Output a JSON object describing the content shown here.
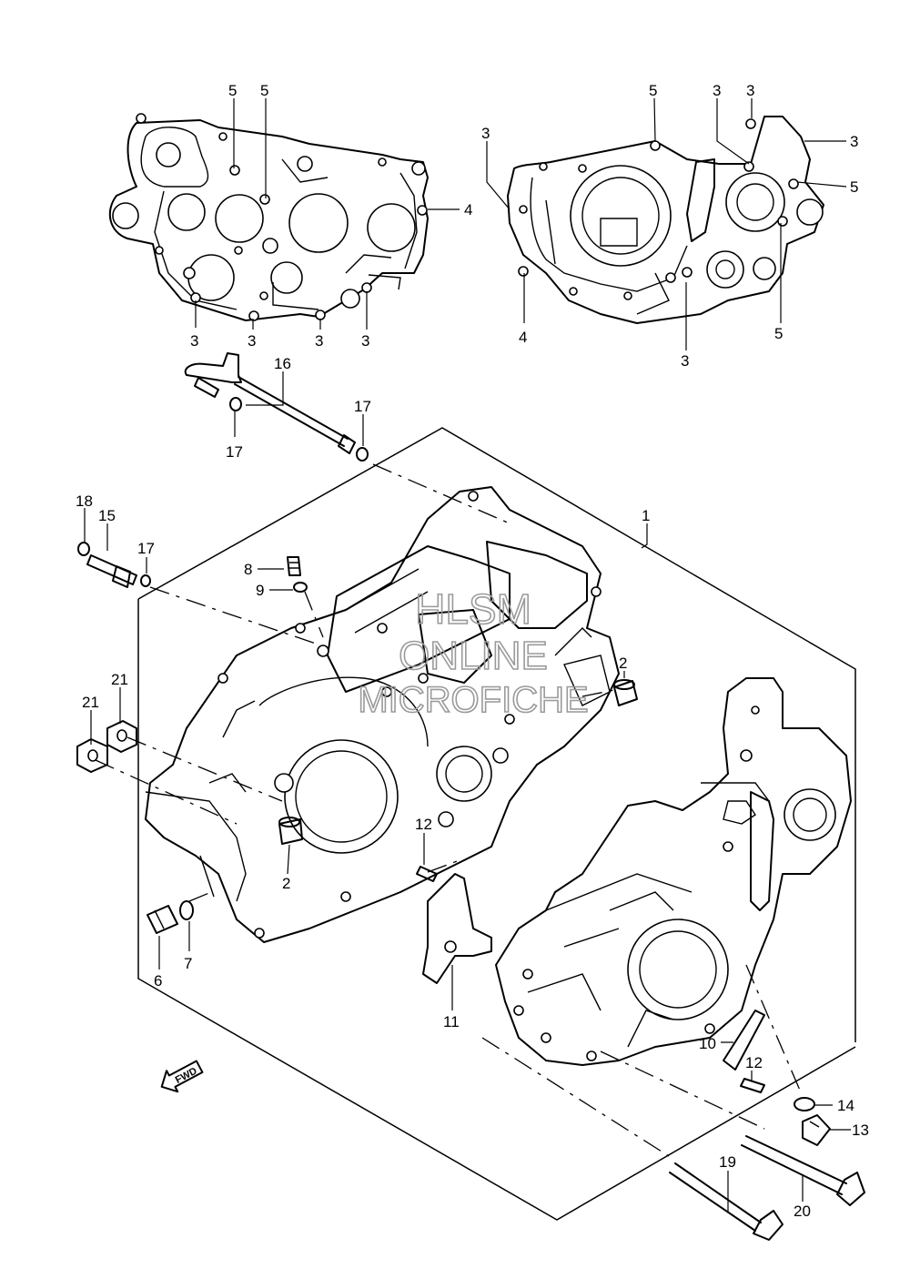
{
  "watermark": {
    "line1": "HLSM",
    "line2": "ONLINE",
    "line3": "MICROFICHE"
  },
  "direction_marker": {
    "text": "FWD",
    "icon": "forward-arrow-icon"
  },
  "callouts": {
    "c1": "1",
    "c2a": "2",
    "c2b": "2",
    "c3a": "3",
    "c3b": "3",
    "c3c": "3",
    "c3d": "3",
    "c3e": "3",
    "c3f": "3",
    "c3g": "3",
    "c3h": "3",
    "c3i": "3",
    "c4a": "4",
    "c4b": "4",
    "c5a": "5",
    "c5b": "5",
    "c5c": "5",
    "c5d": "5",
    "c5e": "5",
    "c6": "6",
    "c7": "7",
    "c8": "8",
    "c9": "9",
    "c10": "10",
    "c11": "11",
    "c12a": "12",
    "c12b": "12",
    "c13": "13",
    "c14": "14",
    "c15": "15",
    "c16": "16",
    "c17a": "17",
    "c17b": "17",
    "c17c": "17",
    "c18": "18",
    "c19": "19",
    "c20": "20",
    "c21a": "21",
    "c21b": "21"
  }
}
